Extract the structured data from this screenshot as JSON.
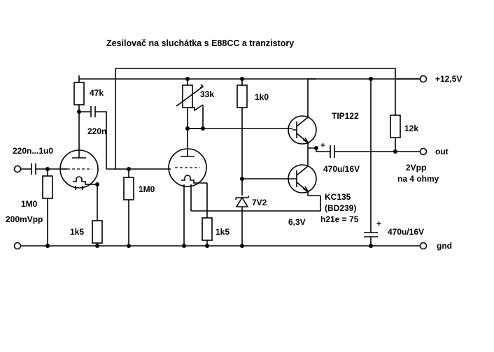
{
  "title": "Zesilovač na sluchátka s E88CC a tranzistory",
  "labels": {
    "supply": "+12,5V",
    "out": "out",
    "gnd": "gnd",
    "r_47k": "47k",
    "c_220n": "220n",
    "c_in": "220n...1u0",
    "r_1m0_in": "1M0",
    "vin": "200mVpp",
    "r_1k5_a": "1k5",
    "r_1m0_b": "1M0",
    "pot_33k": "33k",
    "r_1k5_b": "1k5",
    "r_1k0": "1k0",
    "zener": "7V2",
    "v_63": "6,3V",
    "q_top": "TIP122",
    "q_bot_1": "KC135",
    "q_bot_2": "(BD239)",
    "q_bot_3": "h21e = 75",
    "c_out": "470u/16V",
    "c_supply": "470u/16V",
    "r_12k": "12k",
    "vout_1": "2Vpp",
    "vout_2": "na 4 ohmy",
    "plus_a": "+",
    "plus_b": "+"
  }
}
